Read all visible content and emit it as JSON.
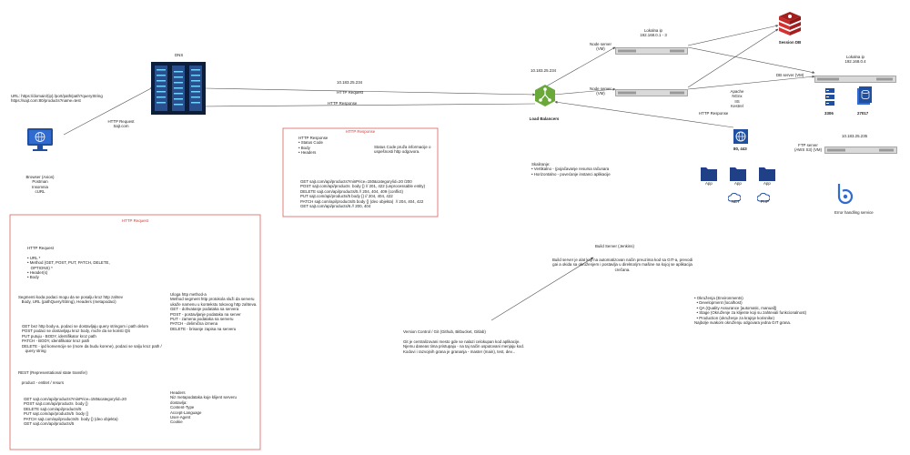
{
  "url_block": "URL: https://domain/(ip):/port/path/path?queryString\nhttps://sajt.com:80/products?name=test",
  "browser_label": "Browser (Axios)\nPostman\nInsomnia\ncURL",
  "http_request_label": "HTTP Request\nSajt.com",
  "dns_label": "DNS",
  "dns_ip": "10.183.25.234",
  "wire_http_request": "HTTP Request",
  "wire_http_response": "HTTP Response",
  "lb_ip": "10.183.25.234",
  "lb_label": "Load Balancers",
  "node_server_vm_1": "Node server\n(VM)",
  "node_server_vm_2": "Node server\n(VM)",
  "local_ip_1": "Lokalna ip\n192.168.0.1 - 3",
  "session_db": "Session DB",
  "local_ip_2": "Lokalna ip\n192.168.0.4",
  "db_server": "DB server (VM)",
  "web_servers": "Apache\nNGnx\nIIS\nKestrel",
  "http_response_right": "HTTP Response",
  "ports": "80, 443",
  "db_badge_a": "3306",
  "db_badge_b": "27017",
  "ftp_ip": "10.183.25.235",
  "ftp_server": "FTP server\n(AWS S3) (VM)",
  "error_service": "Error handling service",
  "scaling": "Skaliranje:\n• Vertikalno - (pojačavanje resursa računara\n• Horizontalno - povećanje instanci aplikacije",
  "apps": [
    {
      "label": "App",
      "sub": ""
    },
    {
      "label": "App",
      "sub": "NET"
    },
    {
      "label": "App",
      "sub": "PHP"
    }
  ],
  "build_server_title": "Build Server (Jenkins)",
  "build_server_text": "Build server je alat koji na automatizovan način preuzima kod sa GIT-a, prevodi\ngai a okida sa okruženjem i postavlja u direktorijm mašine na kojoj se aplikacija\ncrečana.",
  "version_control": "Version Control / Git (Github, Bitbucket, Gitlab)\n\nGit je centralizovani mesto gde se nalazi celokupan kod aplikacije.\nNjemu daneas tima pristupaju - na taj način usputovani menjaju kod.\nKodovi i razvojnih grana je grananja - master (main), test, dev...",
  "environments": "• Okruženja (Environments)\n  • Development (localhost)\n  • QA (Quality Assurance [automatic, manual])\n  • Stage (Okruženje za klijente koji su zahtevali funkcionalnost)\n  • Production (okruženje za krajnje korisnike)\nNajbolje svakom okruženju odgovara jedna GIT grana.",
  "response_box": {
    "title": "HTTP Response",
    "list": "HTTP Response\n• Status Code\n• Body\n• Headers",
    "note": "Status Code pruža informacije o\nuspešnosti http odgovora.",
    "examples": "GET sajt.com/api/products?minPrice=150&category/id=20 /200\nPOST sajt.com/api/products  body {} // 201, 422 (unprocessable entity)\nDELETE sajt.com/api/products/5 // 204, 404, 409 (conflict)\nPUT sajt.com/api/products/5 body {} // 204, 404, 422\nPATCH sajt.com/api/products/5 body {} (deo objekta)  // 204, 404, 422\nGET sajt.com/api/products/6 // 200, 404"
  },
  "request_box": {
    "title": "HTTP Request",
    "structure": "HTTP Request\n\n• URL *\n• Method (GET, POST, PUT, PATCH, DELETE,\n   OPTIONS) *\n• Header(s)\n• Body",
    "segments": "Segmenti koda podaci mogu da se posalju kroz http zahtev\n   Body, URL (pathQuery/String), Headers (metapodaci)",
    "methods": "Uloga http method-a\nMethod segment http protokola služi da serveru\nukaže namenu u kontekstu tokovog http zahteva.\nGET - dohvatanje podataka sa servera\nPOST - postavljanje podataka na server\nPUT - zamena podataka na serveru\nPATCH - delimična izmena\nDELETE - brisanje zapisa na serveru",
    "verbs": "GET bez http body-a, podaci se dostavljaju query stringom i path delom\nPOST podaci se dostavljaju kroz body, može da se koristi QS\nPUT putuju - BODY, identifikator kroz path\nPATCH - BODY, identifikator kroz path\nDELETE - ipd konvencije se (more da budu korene), podaci se salju kroz path /\n   query string",
    "rest": "REST (Representational state transfer)\n\n   product - entitet / resurs",
    "rest_examples": "GET sajt.com/api/products?minPrice=150&category/id=20\nPOST sajt.com/api/products  body {}\nDELETE sajt.com/api/products/5\nPUT sajt.com/api/products/5  body {}\nPATCH sajt.com/api/products/5  body {} (deo objekta)\nGET sajt.com/api/products/5",
    "headers": "Headers\nNiz metapodataka koje klijent serveru\ndostavlja:\nContent-Type\nAccept-Language\nUser-Agent\nCookie"
  },
  "colors": {
    "wire": "#555555",
    "box": "#e06060",
    "red": "#d23a3a",
    "icon_blue": "#1f4fa0",
    "lb_green": "#6aa83a",
    "redis_red": "#d63030"
  }
}
